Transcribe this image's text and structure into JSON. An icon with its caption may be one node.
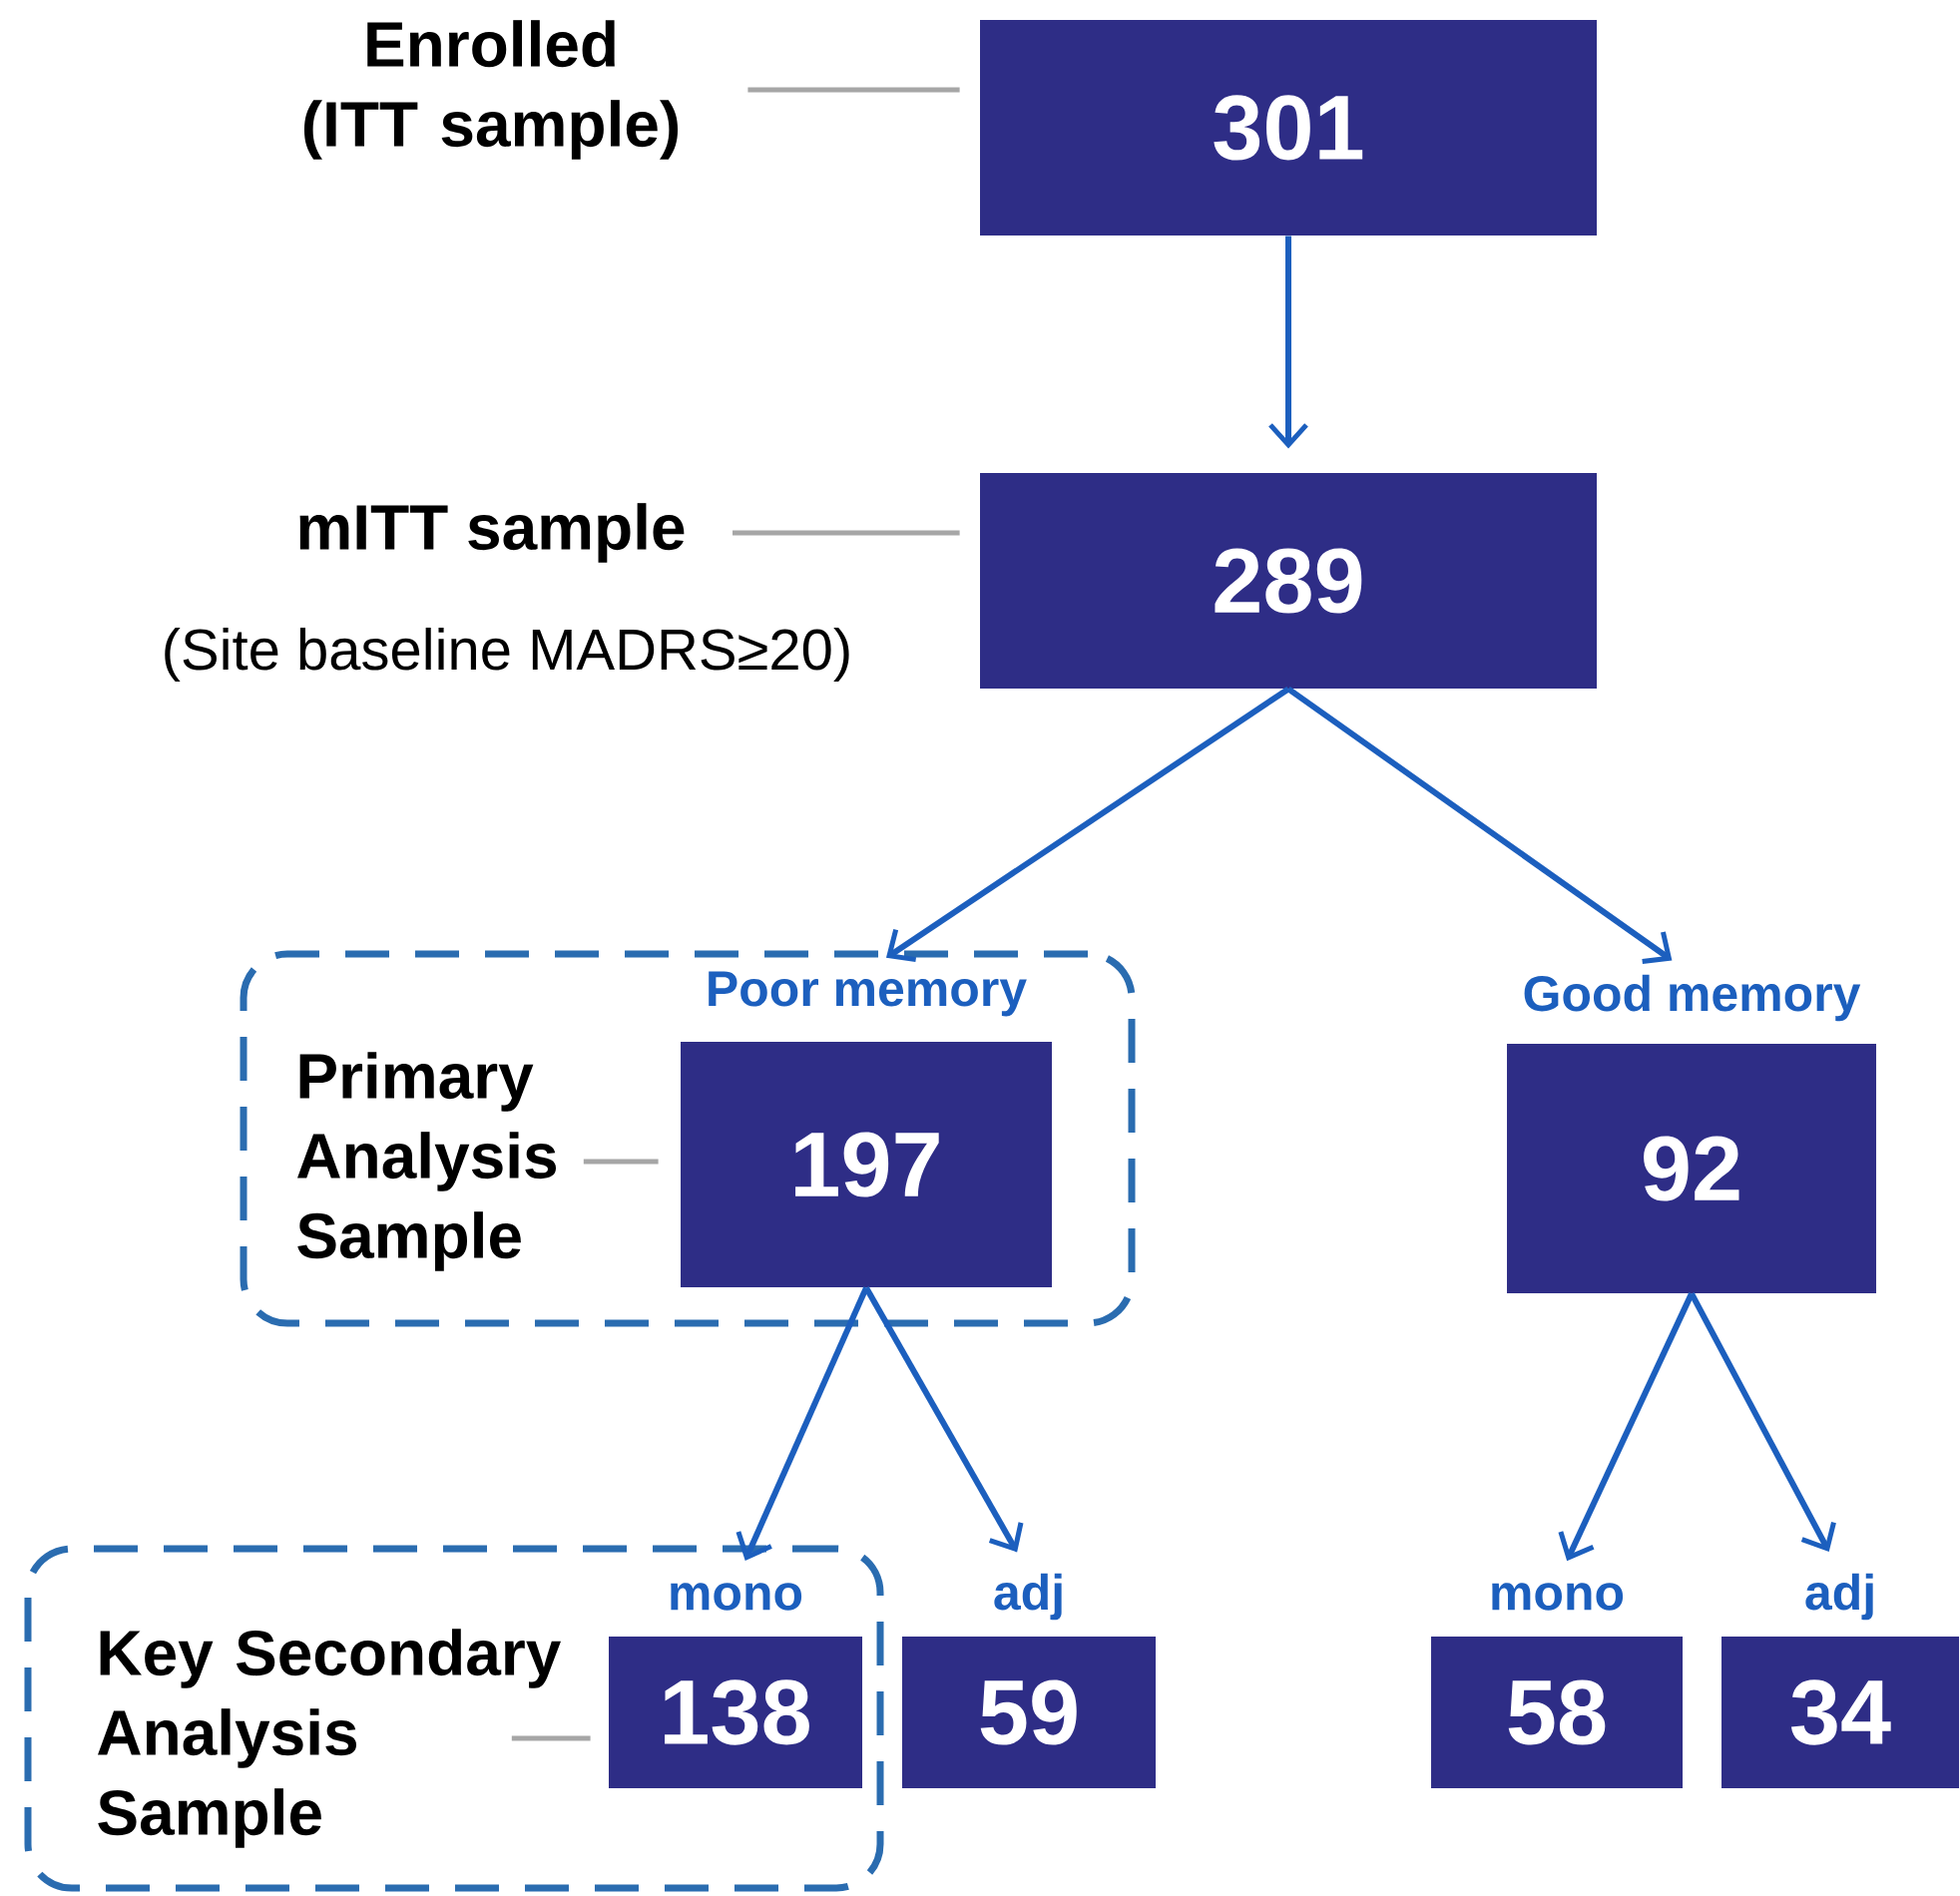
{
  "diagram": {
    "nodes": [
      {
        "text": [
          "Enrolled (ITT sample)"
        ]
      },
      {
        "text": [
          "301"
        ]
      },
      {
        "text": [
          "mITT sample",
          "(Site baseline MADRS≥20)"
        ]
      },
      {
        "text": [
          "289"
        ]
      },
      {
        "text": [],
        "shape": "box"
      },
      {
        "text": [
          "Primary Analysis Sample"
        ],
        "in": 4
      },
      {
        "text": [
          "Poor memory",
          "197"
        ],
        "in": 4
      },
      {
        "text": [
          "Good memory",
          "92"
        ]
      },
      {
        "text": [],
        "shape": "box"
      },
      {
        "text": [
          "Key Secondary Analysis Sample"
        ],
        "in": 8
      },
      {
        "text": [
          "mono",
          "138"
        ],
        "in": 8
      },
      {
        "text": [
          "adj",
          "59"
        ]
      },
      {
        "text": [
          "mono",
          "58"
        ]
      },
      {
        "text": [
          "adj",
          "34"
        ]
      }
    ],
    "edges": [
      {
        "from": 0,
        "to": 1,
        "arrow": "none",
        "color": "#a6a6a6"
      },
      {
        "from": 1,
        "to": 3,
        "arrow": "to"
      },
      {
        "from": 2,
        "to": 3,
        "arrow": "none",
        "color": "#a6a6a6"
      },
      {
        "from": 3,
        "to": 6,
        "arrow": "to"
      },
      {
        "from": 3,
        "to": 7,
        "arrow": "to"
      },
      {
        "from": 5,
        "to": 6,
        "arrow": "none",
        "color": "#a6a6a6"
      },
      {
        "from": 6,
        "to": 10,
        "arrow": "to"
      },
      {
        "from": 6,
        "to": 11,
        "arrow": "to"
      },
      {
        "from": 7,
        "to": 12,
        "arrow": "to"
      },
      {
        "from": 7,
        "to": 13,
        "arrow": "to"
      },
      {
        "from": 9,
        "to": 10,
        "arrow": "none",
        "color": "#a6a6a6"
      }
    ]
  }
}
